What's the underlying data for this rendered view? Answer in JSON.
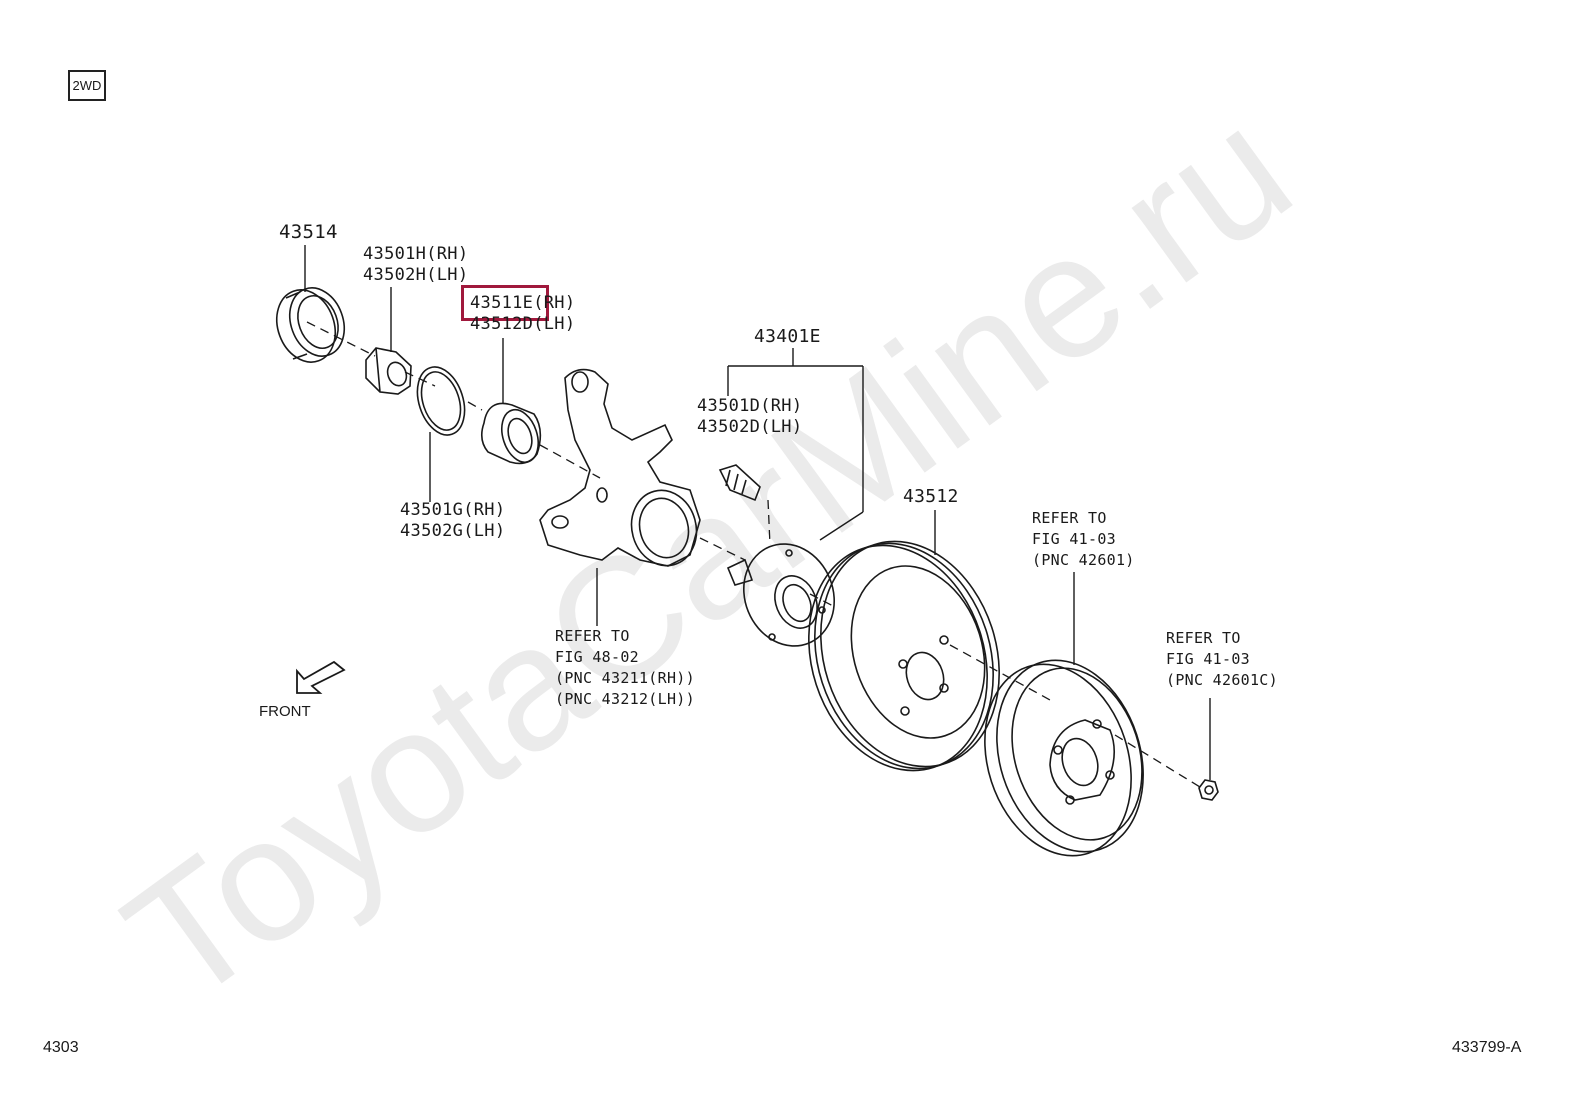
{
  "badge": "2WD",
  "watermark": "ToyotaCarMine.ru",
  "labels": {
    "p43514": "43514",
    "p43501h": "43501H(RH)",
    "p43502h": "43502H(LH)",
    "p43511e": "43511E(RH)",
    "p43512d": "43512D(LH)",
    "p43401e": "43401E",
    "p43501d": "43501D(RH)",
    "p43502d": "43502D(LH)",
    "p43512": "43512",
    "p43501g": "43501G(RH)",
    "p43502g": "43502G(LH)"
  },
  "refer_48": {
    "l1": "REFER TO",
    "l2": "FIG 48-02",
    "l3": "(PNC 43211(RH))",
    "l4": "(PNC 43212(LH))"
  },
  "refer_41a": {
    "l1": "REFER TO",
    "l2": "FIG 41-03",
    "l3": "(PNC 42601)"
  },
  "refer_41b": {
    "l1": "REFER TO",
    "l2": "FIG 41-03",
    "l3": "(PNC 42601C)"
  },
  "front_label": "FRONT",
  "footer_left": "4303",
  "footer_right": "433799-A",
  "colors": {
    "highlight": "#a0183c",
    "line": "#1a1a1a",
    "watermark": "#e6e6e6"
  }
}
